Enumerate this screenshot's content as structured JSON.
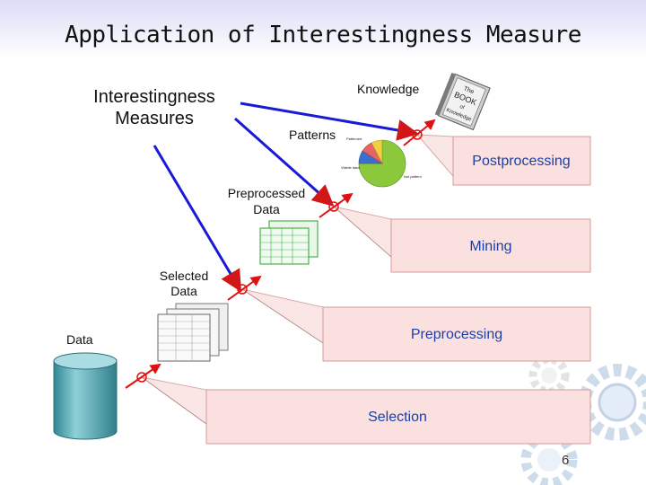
{
  "slide": {
    "title": "Application of Interestingness Measure",
    "page_number": "6"
  },
  "callout": {
    "label_line1": "Interestingness",
    "label_line2": "Measures"
  },
  "stages": {
    "postprocessing": "Postprocessing",
    "mining": "Mining",
    "preprocessing": "Preprocessing",
    "selection": "Selection"
  },
  "artifacts": {
    "knowledge": "Knowledge",
    "patterns": "Patterns",
    "preprocessed_line1": "Preprocessed",
    "preprocessed_line2": "Data",
    "selected_line1": "Selected",
    "selected_line2": "Data",
    "data": "Data",
    "book_title_1": "The",
    "book_title_2": "BOOK",
    "book_title_3": "of",
    "book_title_4": "Knowledge"
  },
  "colors": {
    "stage_fill": "#fbe0e0",
    "stage_border": "#d49a9a",
    "stage_text": "#1b3fa5",
    "arrow_blue": "#1a1ad6",
    "arrow_red": "#e01010",
    "cylinder": "#4fa8b4"
  }
}
